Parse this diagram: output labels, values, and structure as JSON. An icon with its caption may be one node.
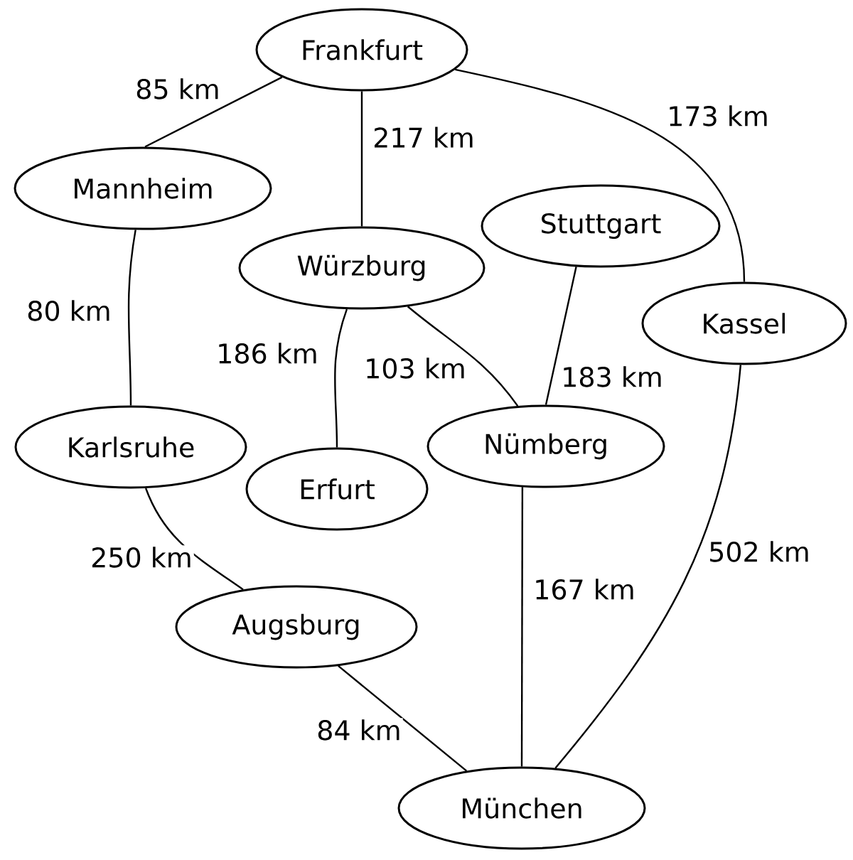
{
  "diagram": {
    "nodes": [
      {
        "text": [
          "Frankfurt"
        ]
      },
      {
        "text": [
          "Mannheim"
        ]
      },
      {
        "text": [
          "Würzburg"
        ]
      },
      {
        "text": [
          "Stuttgart"
        ]
      },
      {
        "text": [
          "Kassel"
        ]
      },
      {
        "text": [
          "Karlsruhe"
        ]
      },
      {
        "text": [
          "Erfurt"
        ]
      },
      {
        "text": [
          "Nümberg"
        ]
      },
      {
        "text": [
          "Augsburg"
        ]
      },
      {
        "text": [
          "München"
        ]
      }
    ],
    "edges": [
      {
        "from": 0,
        "to": 1,
        "arrow": "none",
        "label": "85 km"
      },
      {
        "from": 0,
        "to": 2,
        "arrow": "none",
        "label": "217 km"
      },
      {
        "from": 0,
        "to": 4,
        "arrow": "none",
        "label": "173 km"
      },
      {
        "from": 1,
        "to": 5,
        "arrow": "none",
        "label": "80 km"
      },
      {
        "from": 2,
        "to": 6,
        "arrow": "none",
        "label": "186 km"
      },
      {
        "from": 2,
        "to": 7,
        "arrow": "none",
        "label": "103 km"
      },
      {
        "from": 3,
        "to": 7,
        "arrow": "none",
        "label": "183 km"
      },
      {
        "from": 5,
        "to": 8,
        "arrow": "none",
        "label": "250 km"
      },
      {
        "from": 8,
        "to": 9,
        "arrow": "none",
        "label": "84 km"
      },
      {
        "from": 7,
        "to": 9,
        "arrow": "none",
        "label": "167 km"
      },
      {
        "from": 4,
        "to": 9,
        "arrow": "none",
        "label": "502 km"
      }
    ]
  }
}
